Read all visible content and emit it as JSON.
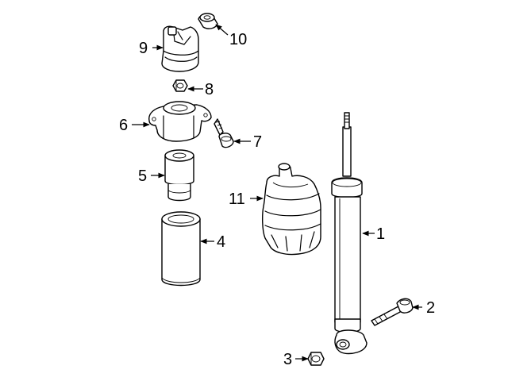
{
  "diagram": {
    "colors": {
      "line": "#000000",
      "background": "#ffffff"
    },
    "callouts": [
      {
        "id": "1",
        "label": "1"
      },
      {
        "id": "2",
        "label": "2"
      },
      {
        "id": "3",
        "label": "3"
      },
      {
        "id": "4",
        "label": "4"
      },
      {
        "id": "5",
        "label": "5"
      },
      {
        "id": "6",
        "label": "6"
      },
      {
        "id": "7",
        "label": "7"
      },
      {
        "id": "8",
        "label": "8"
      },
      {
        "id": "9",
        "label": "9"
      },
      {
        "id": "10",
        "label": "10"
      },
      {
        "id": "11",
        "label": "11"
      }
    ]
  }
}
